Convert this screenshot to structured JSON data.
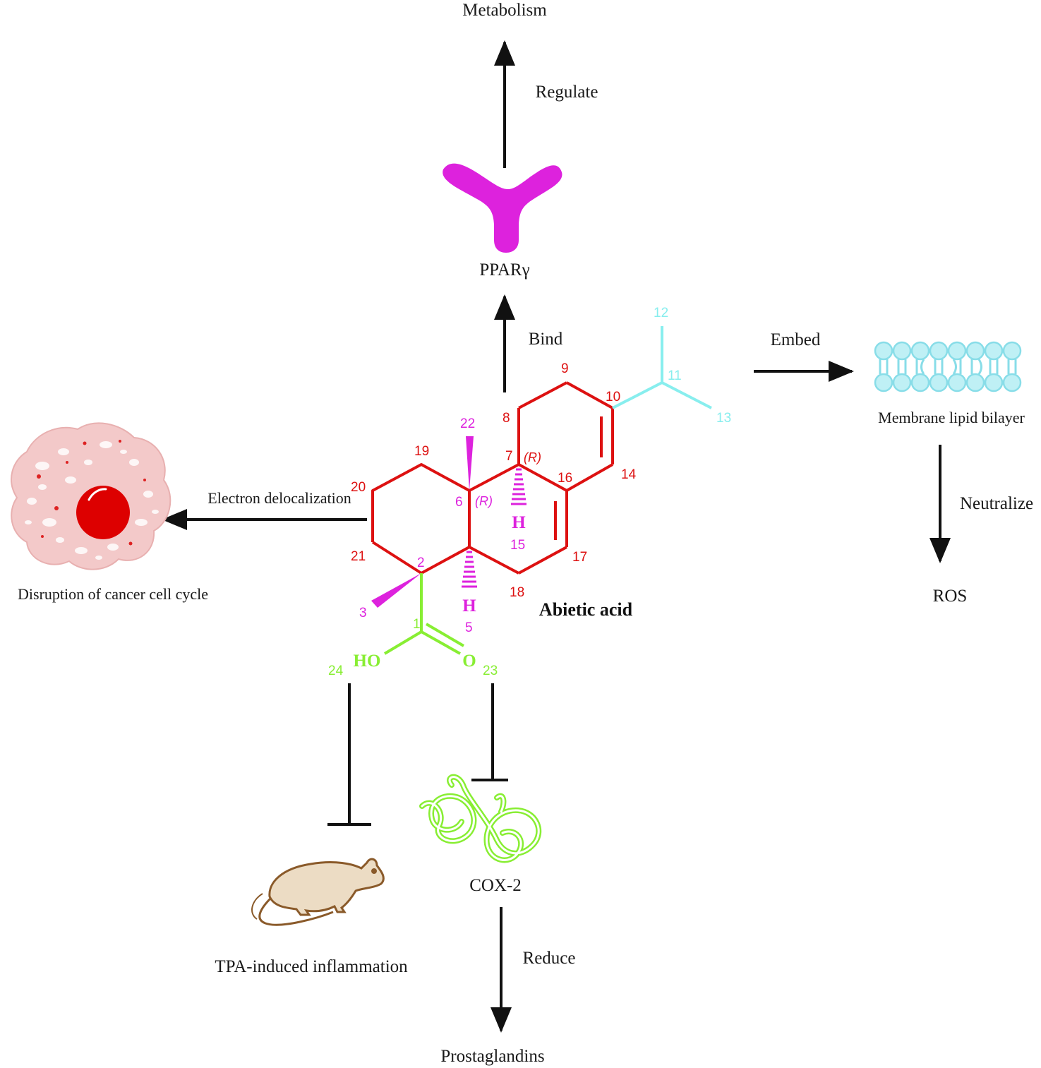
{
  "colors": {
    "ring": "#dd1111",
    "magenta": "#dd22dd",
    "acid": "#88ee33",
    "isopropyl": "#88eeee",
    "arrow": "#111111",
    "cell": "#f2c4c4",
    "nucleus": "#dd0000",
    "rat_fill": "#ecdcc4",
    "rat_stroke": "#8a5a2a"
  },
  "molecule": {
    "name": "Abietic acid",
    "atoms": {
      "hydroxyl": "HO",
      "carbonyl": "O",
      "h15": "H",
      "h5": "H"
    },
    "stereo": {
      "r7": "(R)",
      "r6": "(R)"
    },
    "numbers": {
      "n1": "1",
      "n2": "2",
      "n3": "3",
      "n5": "5",
      "n6": "6",
      "n7": "7",
      "n8": "8",
      "n9": "9",
      "n10": "10",
      "n11": "11",
      "n12": "12",
      "n13": "13",
      "n14": "14",
      "n15": "15",
      "n16": "16",
      "n17": "17",
      "n18": "18",
      "n19": "19",
      "n20": "20",
      "n21": "21",
      "n22": "22",
      "n23": "23",
      "n24": "24"
    }
  },
  "labels": {
    "metabolism": "Metabolism",
    "regulate": "Regulate",
    "ppar": "PPARγ",
    "bind": "Bind",
    "embed": "Embed",
    "membrane": "Membrane lipid bilayer",
    "neutralize": "Neutralize",
    "ros": "ROS",
    "electron": "Electron delocalization",
    "cancer": "Disruption of cancer cell cycle",
    "cox2": "COX-2",
    "reduce": "Reduce",
    "prostaglandins": "Prostaglandins",
    "tpa": "TPA-induced inflammation"
  }
}
